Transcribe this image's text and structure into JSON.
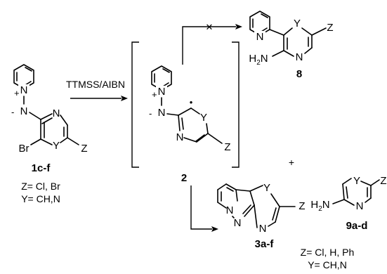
{
  "reagents": "TTMSS/AIBN",
  "atoms": {
    "N": "N",
    "Y": "Y",
    "Z": "Z",
    "Br": "Br",
    "H": "H",
    "sub2": "2"
  },
  "charges": {
    "plus": "+",
    "minus": "-",
    "radical": "•"
  },
  "compound_1": {
    "label": "1c-f",
    "z_def": "Z= Cl, Br",
    "y_def": "Y= CH,N"
  },
  "compound_2": {
    "label": "2"
  },
  "compound_8": {
    "label": "8"
  },
  "compound_3": {
    "label": "3a-f",
    "z_def": "Z= Cl, H, Ph",
    "y_def": "Y= CH,N"
  },
  "compound_9": {
    "label": "9a-d"
  },
  "plus_sign": "+",
  "blocked_mark": "✕"
}
